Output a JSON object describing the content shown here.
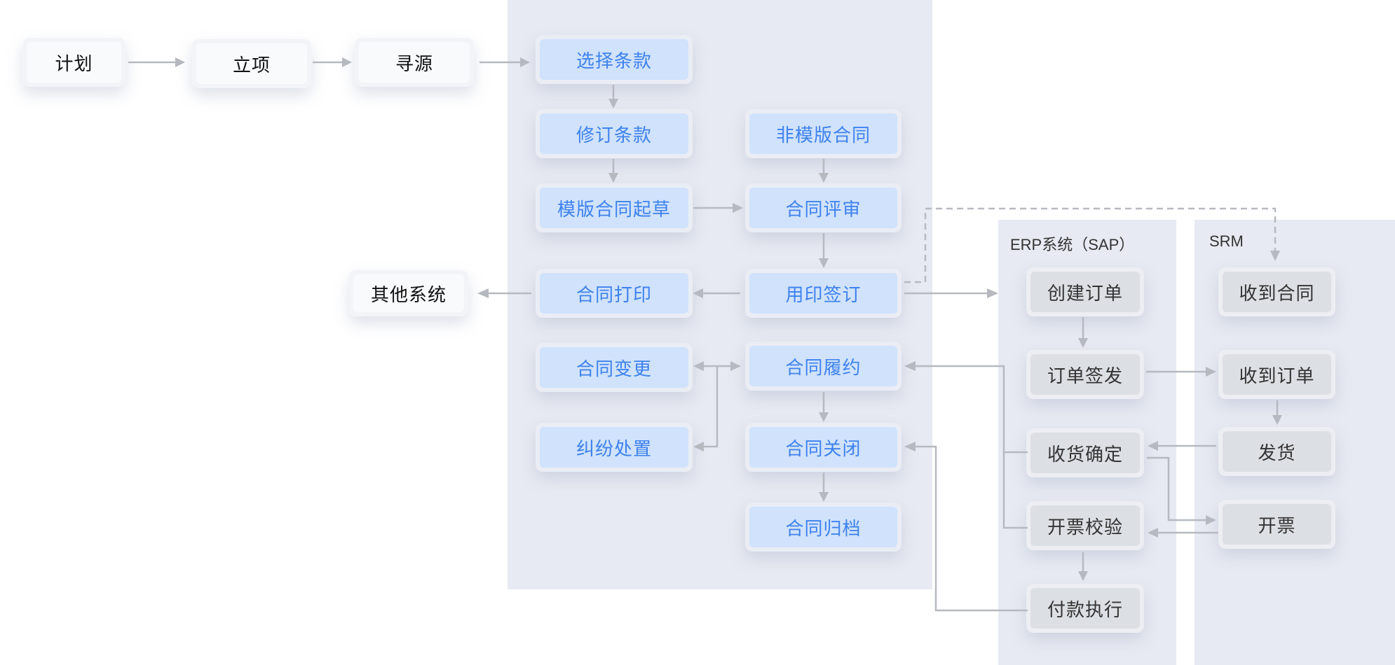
{
  "diagram": {
    "pre_steps": [
      {
        "id": "plan",
        "label": "计划"
      },
      {
        "id": "project",
        "label": "立项"
      },
      {
        "id": "sourcing",
        "label": "寻源"
      }
    ],
    "external": {
      "id": "other",
      "label": "其他系统"
    },
    "contract_system": {
      "left_column": [
        {
          "id": "select_terms",
          "label": "选择条款"
        },
        {
          "id": "revise_terms",
          "label": "修订条款"
        },
        {
          "id": "template_draft",
          "label": "模版合同起草"
        },
        {
          "id": "print",
          "label": "合同打印"
        },
        {
          "id": "change",
          "label": "合同变更"
        },
        {
          "id": "dispute",
          "label": "纠纷处置"
        }
      ],
      "right_column": [
        {
          "id": "non_template",
          "label": "非模版合同"
        },
        {
          "id": "review",
          "label": "合同评审"
        },
        {
          "id": "seal_sign",
          "label": "用印签订"
        },
        {
          "id": "perform",
          "label": "合同履约"
        },
        {
          "id": "close",
          "label": "合同关闭"
        },
        {
          "id": "archive",
          "label": "合同归档"
        }
      ]
    },
    "erp": {
      "title": "ERP系统（SAP）",
      "steps": [
        {
          "id": "create_order",
          "label": "创建订单"
        },
        {
          "id": "issue_order",
          "label": "订单签发"
        },
        {
          "id": "receipt_confirm",
          "label": "收货确定"
        },
        {
          "id": "invoice_verify",
          "label": "开票校验"
        },
        {
          "id": "payment",
          "label": "付款执行"
        }
      ]
    },
    "srm": {
      "title": "SRM",
      "steps": [
        {
          "id": "receive_contract",
          "label": "收到合同"
        },
        {
          "id": "receive_order",
          "label": "收到订单"
        },
        {
          "id": "ship",
          "label": "发货"
        },
        {
          "id": "invoice",
          "label": "开票"
        }
      ]
    },
    "edges": [
      {
        "from": "plan",
        "to": "project",
        "style": "solid"
      },
      {
        "from": "project",
        "to": "sourcing",
        "style": "solid"
      },
      {
        "from": "sourcing",
        "to": "select_terms",
        "style": "solid"
      },
      {
        "from": "select_terms",
        "to": "revise_terms",
        "style": "solid"
      },
      {
        "from": "revise_terms",
        "to": "template_draft",
        "style": "solid"
      },
      {
        "from": "template_draft",
        "to": "review",
        "style": "solid"
      },
      {
        "from": "non_template",
        "to": "review",
        "style": "solid"
      },
      {
        "from": "review",
        "to": "seal_sign",
        "style": "solid"
      },
      {
        "from": "seal_sign",
        "to": "print",
        "style": "solid"
      },
      {
        "from": "print",
        "to": "other",
        "style": "solid"
      },
      {
        "from": "seal_sign",
        "to": "create_order",
        "style": "solid"
      },
      {
        "from": "seal_sign",
        "to": "receive_contract",
        "style": "dashed"
      },
      {
        "from": "perform",
        "to": "change",
        "style": "solid"
      },
      {
        "from": "perform",
        "to": "dispute",
        "style": "solid"
      },
      {
        "from": "change",
        "to": "perform",
        "style": "solid"
      },
      {
        "from": "perform",
        "to": "close",
        "style": "solid"
      },
      {
        "from": "close",
        "to": "archive",
        "style": "solid"
      },
      {
        "from": "receipt_confirm",
        "to": "perform",
        "style": "solid"
      },
      {
        "from": "invoice_verify",
        "to": "perform",
        "style": "solid"
      },
      {
        "from": "payment",
        "to": "close",
        "style": "solid"
      },
      {
        "from": "create_order",
        "to": "issue_order",
        "style": "solid"
      },
      {
        "from": "issue_order",
        "to": "receive_order",
        "style": "solid"
      },
      {
        "from": "receive_order",
        "to": "ship",
        "style": "solid"
      },
      {
        "from": "ship",
        "to": "receipt_confirm",
        "style": "solid"
      },
      {
        "from": "receipt_confirm",
        "to": "invoice",
        "style": "solid"
      },
      {
        "from": "invoice",
        "to": "invoice_verify",
        "style": "solid"
      },
      {
        "from": "invoice_verify",
        "to": "payment",
        "style": "solid"
      }
    ]
  }
}
